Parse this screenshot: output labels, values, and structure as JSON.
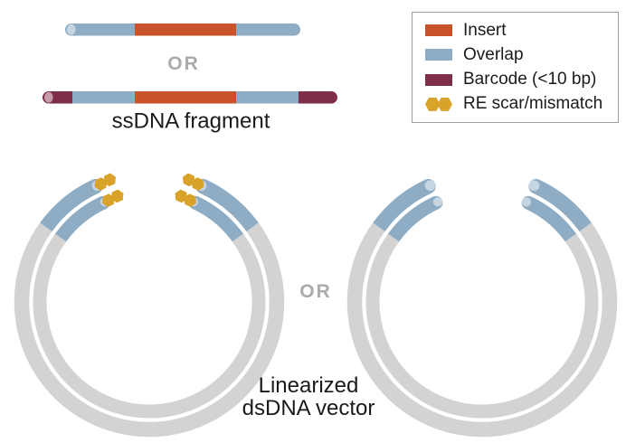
{
  "colors": {
    "insert": "#C8532B",
    "overlap": "#8EADC4",
    "barcode": "#7E2E47",
    "re_scar": "#D9A32B",
    "vector_backbone": "#D3D3D4",
    "overlap_cut_face": "#C6D5E2",
    "barcode_cut_face": "#C39DAC",
    "or_text": "#ABABAB",
    "label_text": "#1A1A1A",
    "legend_border": "#9E9E9E"
  },
  "labels": {
    "or_fragments": "OR",
    "or_vectors": "OR",
    "ssdna_fragment": "ssDNA fragment",
    "vector": "Linearized\ndsDNA vector"
  },
  "legend": {
    "items": [
      {
        "swatch": "insert",
        "type": "rect",
        "label": "Insert"
      },
      {
        "swatch": "overlap",
        "type": "rect",
        "label": "Overlap"
      },
      {
        "swatch": "barcode",
        "type": "rect",
        "label": "Barcode (<10 bp)"
      },
      {
        "swatch": "re_scar",
        "type": "hexagons",
        "label": "RE scar/mismatch"
      }
    ]
  },
  "diagram": {
    "fragments": [
      {
        "name": "fragment-plain",
        "segments": [
          "overlap",
          "insert",
          "overlap"
        ]
      },
      {
        "name": "fragment-barcoded",
        "segments": [
          "barcode",
          "overlap",
          "insert",
          "overlap",
          "barcode"
        ]
      }
    ],
    "vectors": [
      {
        "name": "vector-with-re-scars",
        "has_re_scars": true,
        "overlap_ends": 4
      },
      {
        "name": "vector-plain",
        "has_re_scars": false,
        "overlap_ends": 4
      }
    ]
  }
}
